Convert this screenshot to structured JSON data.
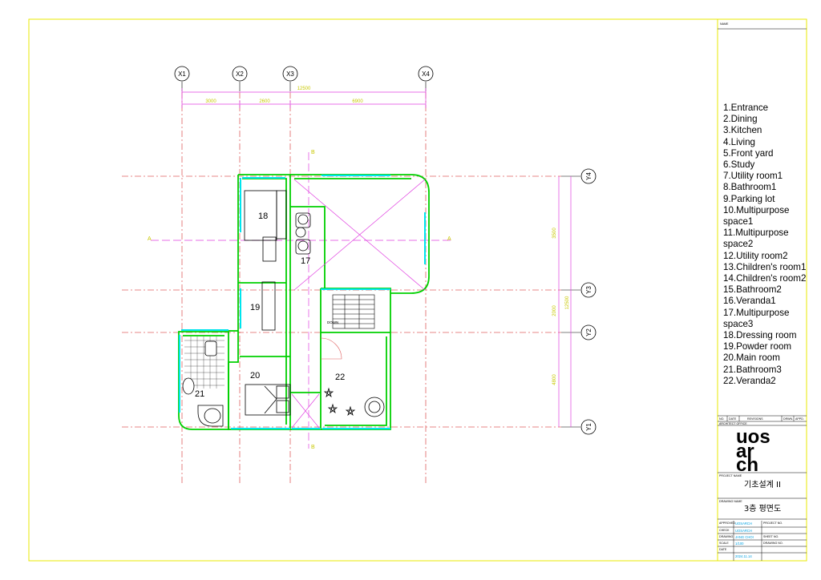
{
  "grid": {
    "x_axes": [
      "X1",
      "X2",
      "X3",
      "X4"
    ],
    "y_axes": [
      "Y1",
      "Y2",
      "Y3",
      "Y4"
    ],
    "dims_top_total": "12500",
    "dims_top": [
      "3000",
      "2600",
      "6900"
    ],
    "dims_right": [
      "3500",
      "2000",
      "4800"
    ],
    "dims_right_total": "12500",
    "section_marks": [
      "A",
      "A",
      "B",
      "B"
    ],
    "stair_label": "DOWN"
  },
  "rooms": [
    {
      "num": "17"
    },
    {
      "num": "18"
    },
    {
      "num": "19"
    },
    {
      "num": "20"
    },
    {
      "num": "21"
    },
    {
      "num": "22"
    }
  ],
  "legend": [
    "1.Entrance",
    "2.Dining",
    "3.Kitchen",
    "4.Living",
    "5.Front yard",
    "6.Study",
    "7.Utility room1",
    "8.Bathroom1",
    "9.Parking lot",
    "10.Multipurpose space1",
    "11.Multipurpose space2",
    "12.Utility room2",
    "13.Children's room1",
    "14.Children's room2",
    "15.Bathroom2",
    "16.Veranda1",
    "17.Multipurpose space3",
    "18.Dressing room",
    "19.Powder room",
    "20.Main room",
    "21.Bathroom3",
    "22.Veranda2"
  ],
  "title_block": {
    "name_label": "NAME",
    "rev_headers": [
      "NO.",
      "DATE",
      "REVISIONS",
      "DRWN.",
      "APPD."
    ],
    "office_label": "ARCHITECT OFFICE",
    "logo_lines": [
      "uos",
      "ar",
      "ch"
    ],
    "project_label": "PROJECT NAME",
    "project_name": "기초설계 II",
    "drawing_label": "DRAWING NAME",
    "drawing_name": "3층 평면도",
    "rows": [
      {
        "label": "APPROVED",
        "value": "UOSARCH"
      },
      {
        "label": "CHECK",
        "value": "UOSARCH"
      },
      {
        "label": "DRAWING",
        "value": "JANG CHOI"
      },
      {
        "label": "SCALE",
        "value": "1/100"
      },
      {
        "label": "DATE",
        "value": "2024.11.14"
      }
    ],
    "right_labels": [
      "PROJECT NO.",
      "SHEET NO.",
      "DRAWING NO."
    ]
  },
  "colors": {
    "wall_green": "#00d000",
    "window_cyan": "#00e5ee",
    "grid_red": "#e06060",
    "dim_magenta": "#e040e0",
    "frame_yellow": "#e8e800",
    "text_yellow": "#c8c800"
  }
}
